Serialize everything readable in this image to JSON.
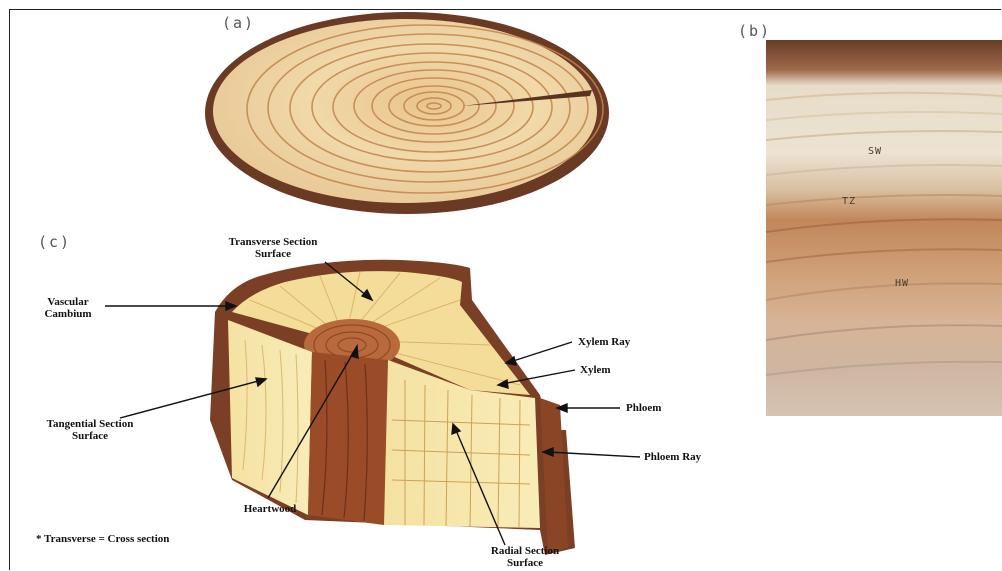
{
  "panels": {
    "a": "(a)",
    "b": "(b)",
    "c": "(c)"
  },
  "photo_b_labels": {
    "sapwood": "SW",
    "transition_zone": "TZ",
    "heartwood": "HW"
  },
  "diagram_c_labels": {
    "transverse_section": [
      "Transverse Section",
      "Surface"
    ],
    "vascular_cambium": [
      "Vascular",
      "Cambium"
    ],
    "tangential_section": [
      "Tangential Section",
      "Surface"
    ],
    "heartwood": "Heartwood",
    "xylem_ray": "Xylem Ray",
    "xylem": "Xylem",
    "phloem": "Phloem",
    "phloem_ray": "Phloem Ray",
    "radial_section": [
      "Radial Section",
      "Surface"
    ],
    "footnote": "* Transverse = Cross section"
  },
  "colors": {
    "bark": "#6b3a24",
    "sapwood_light": "#f0dca8",
    "ring": "#c88c52",
    "wood_yellow": "#f6e49a",
    "photo_bg": "#d9c8ad"
  }
}
